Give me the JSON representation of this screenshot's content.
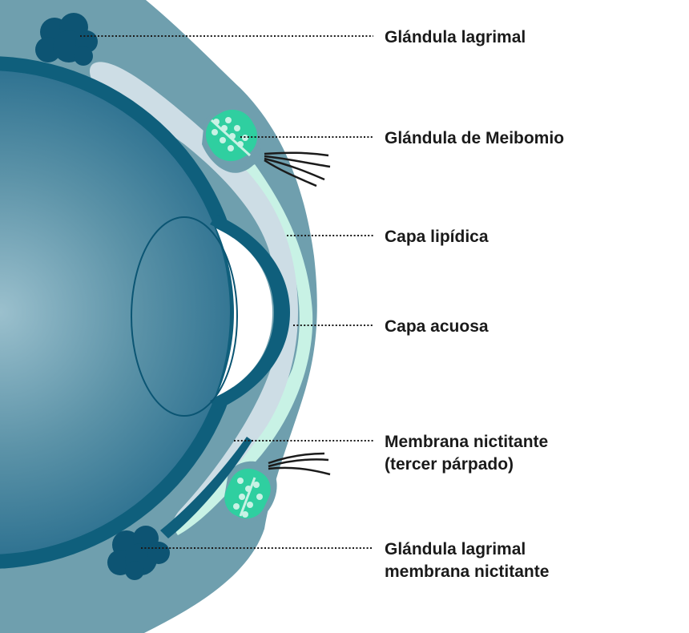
{
  "colors": {
    "background": "#ffffff",
    "eyelid": "#6f9fae",
    "eyeball_dark": "#0f5f7c",
    "eyeball_mid": "#3a7f99",
    "eyeball_light": "#9bc0cd",
    "lens_outline": "#0b5573",
    "lipid_layer": "#c8f2e5",
    "aqueous_layer": "#cddde5",
    "gland_dark": "#0d5473",
    "meibomian_gland": "#2fcfa0",
    "eyelash": "#1b1b1b",
    "label_text": "#1a1a1a"
  },
  "icons": [
    "eyelash-icon"
  ],
  "labels": {
    "lacrimal_gland": "Glándula lagrimal",
    "meibomian_gland": "Glándula de Meibomio",
    "lipid_layer": "Capa lipídica",
    "aqueous_layer": "Capa acuosa",
    "nictitating_membrane_line1": "Membrana nictitante",
    "nictitating_membrane_line2": "(tercer párpado)",
    "nictitating_gland_line1": "Glándula lagrimal",
    "nictitating_gland_line2": "membrana nictitante"
  }
}
